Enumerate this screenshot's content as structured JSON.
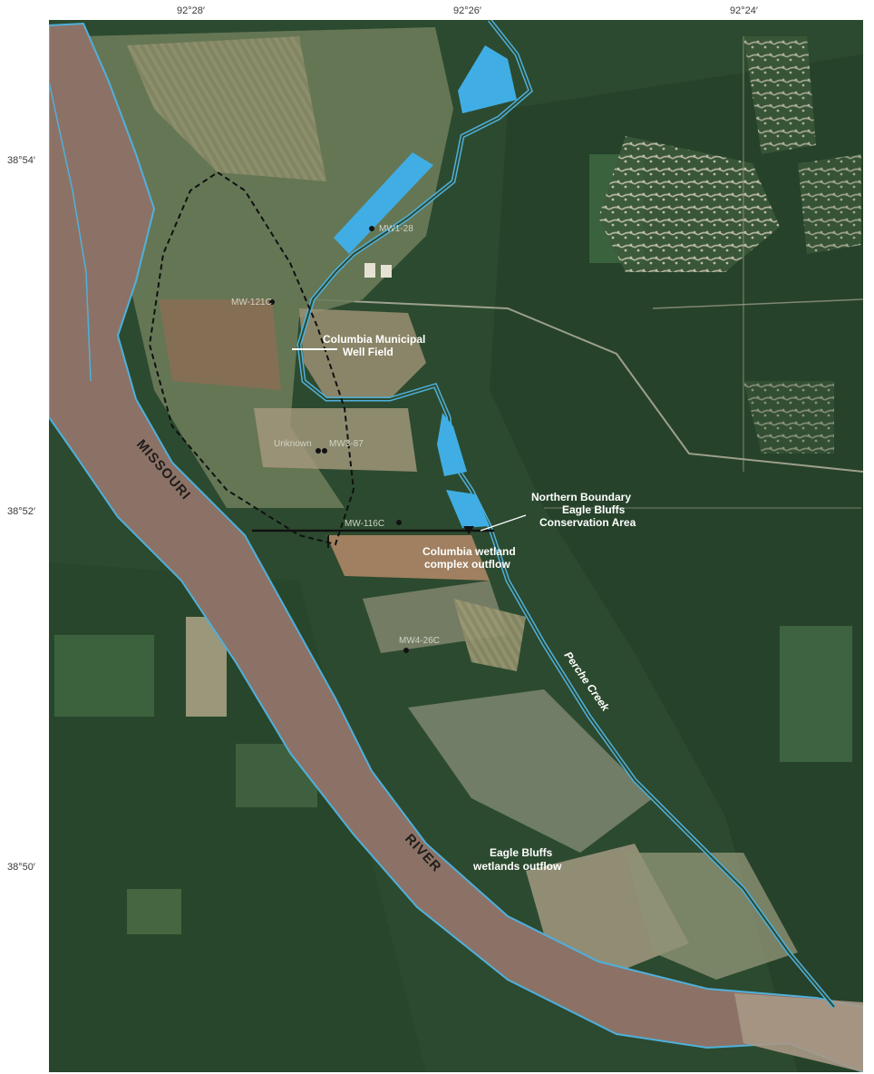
{
  "coordinates": {
    "longitude": [
      "92°28′",
      "92°26′",
      "92°24′"
    ],
    "latitude": [
      "38°54′",
      "38°52′",
      "38°50′"
    ]
  },
  "labels": {
    "river_missouri": "MISSOURI",
    "river_river": "RIVER",
    "perche_creek": "Perche Creek",
    "well_field_line1": "Columbia Municipal",
    "well_field_line2": "Well Field",
    "boundary_line1": "Northern Boundary",
    "boundary_line2": "Eagle Bluffs",
    "boundary_line3": "Conservation Area",
    "wetland_outflow_line1": "Columbia wetland",
    "wetland_outflow_line2": "complex outflow",
    "eagle_outflow_line1": "Eagle Bluffs",
    "eagle_outflow_line2": "wetlands outflow"
  },
  "wells": {
    "mw1_28": "MW1-28",
    "mw1_121c": "MW-121C",
    "unknown": "Unknown",
    "mw3_87": "MW3-87",
    "mw1_116c": "MW-116C",
    "mw4_26c": "MW4-26C"
  },
  "colors": {
    "river": "#8c7266",
    "water_outline": "#4fb0dc",
    "ponds": "#40aee4",
    "vegetation": "#2c4a2f",
    "fields": "#a89a80",
    "label_text": "#ffffff"
  }
}
